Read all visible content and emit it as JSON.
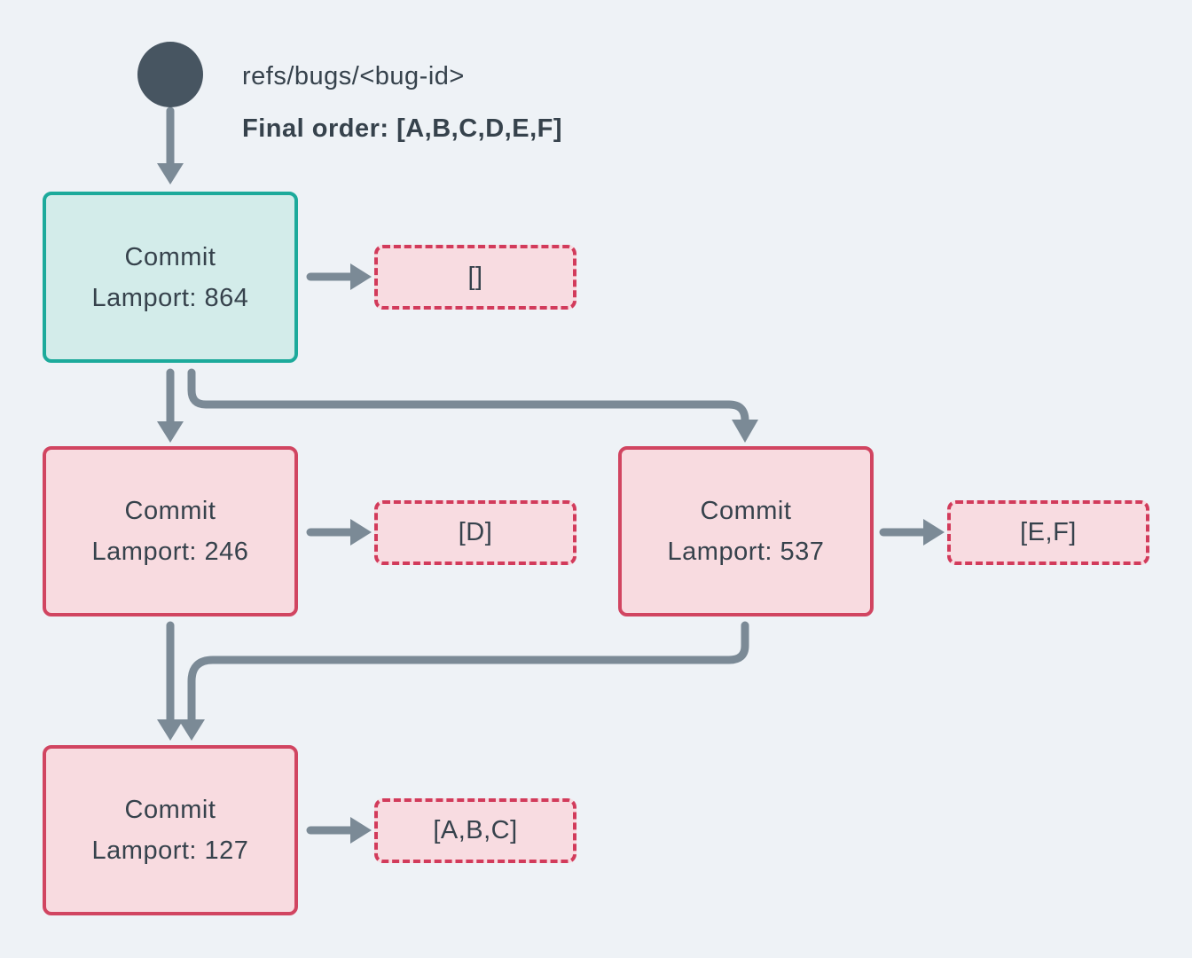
{
  "header": {
    "ref_label": "refs/bugs/<bug-id>",
    "final_order": "Final order: [A,B,C,D,E,F]"
  },
  "nodes": [
    {
      "title": "Commit",
      "lamport": "Lamport: 864",
      "role": "head"
    },
    {
      "title": "Commit",
      "lamport": "Lamport: 246",
      "role": "commit"
    },
    {
      "title": "Commit",
      "lamport": "Lamport: 537",
      "role": "commit"
    },
    {
      "title": "Commit",
      "lamport": "Lamport: 127",
      "role": "commit"
    }
  ],
  "operations": [
    {
      "label": "[]"
    },
    {
      "label": "[D]"
    },
    {
      "label": "[E,F]"
    },
    {
      "label": "[A,B,C]"
    }
  ],
  "colors": {
    "background": "#eef2f6",
    "ref_node": "#475561",
    "text": "#36424c",
    "head_commit_fill": "#d3ecea",
    "head_commit_border": "#1caa9b",
    "commit_fill": "#f8dbe0",
    "commit_border": "#d14561",
    "operations_fill": "#f8dce1",
    "operations_border": "#d23b5b",
    "edge": "#7b8a96"
  }
}
